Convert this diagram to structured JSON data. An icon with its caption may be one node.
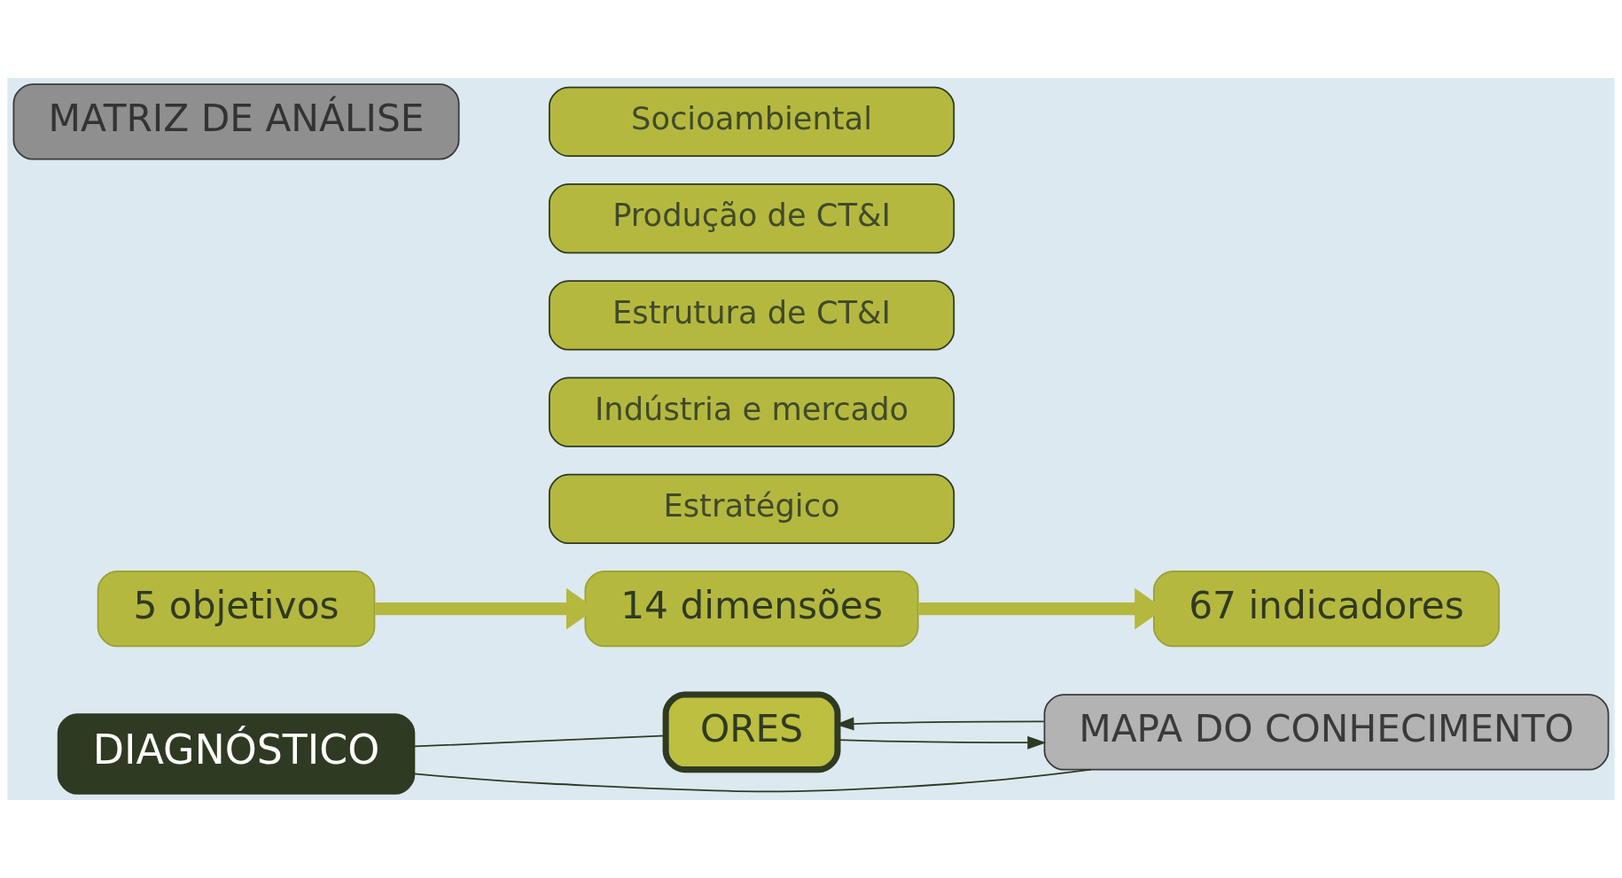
{
  "diagram": {
    "nodes": [
      {
        "text": [
          "DIAGNÓSTICO"
        ]
      },
      {
        "text": [
          "MAPA DO CONHECIMENTO"
        ]
      },
      {
        "text": [
          "ORES"
        ]
      },
      {
        "text": [
          "5 objetivos"
        ]
      },
      {
        "text": [
          "14 dimensões"
        ]
      },
      {
        "text": [
          "67 indicadores"
        ]
      },
      {
        "text": [
          "MATRIZ DE ANÁLISE"
        ]
      },
      {
        "text": [
          "Socioambiental"
        ]
      },
      {
        "text": [
          "Produção de CT&I"
        ]
      },
      {
        "text": [
          "Estrutura de CT&I"
        ]
      },
      {
        "text": [
          "Indústria e mercado"
        ]
      },
      {
        "text": [
          "Estratégico"
        ]
      }
    ],
    "edges": [
      {
        "from": 1,
        "to": 0,
        "arrow": "none"
      },
      {
        "from": 0,
        "to": 2,
        "arrow": "none"
      },
      {
        "from": 1,
        "to": 2,
        "arrow": "to"
      },
      {
        "from": 2,
        "to": 1,
        "arrow": "to"
      },
      {
        "from": 3,
        "to": 4,
        "arrow": "to",
        "style": "thick",
        "color": "#b5b83f"
      },
      {
        "from": 4,
        "to": 5,
        "arrow": "to",
        "style": "thick",
        "color": "#b5b83f"
      }
    ]
  }
}
